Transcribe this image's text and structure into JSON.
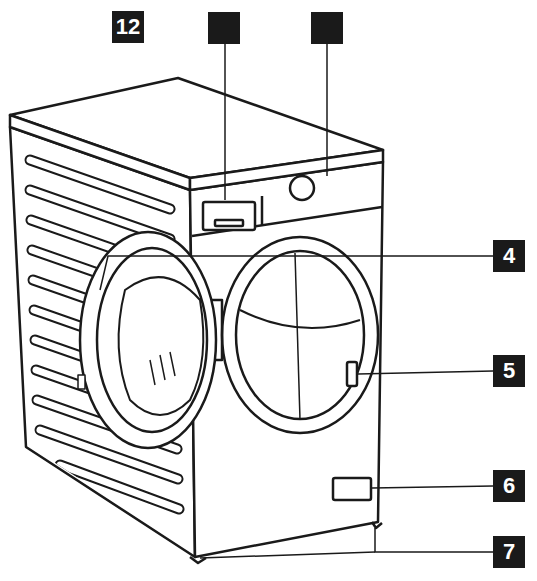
{
  "diagram": {
    "labels": [
      "12",
      "4",
      "5",
      "6",
      "7"
    ]
  }
}
